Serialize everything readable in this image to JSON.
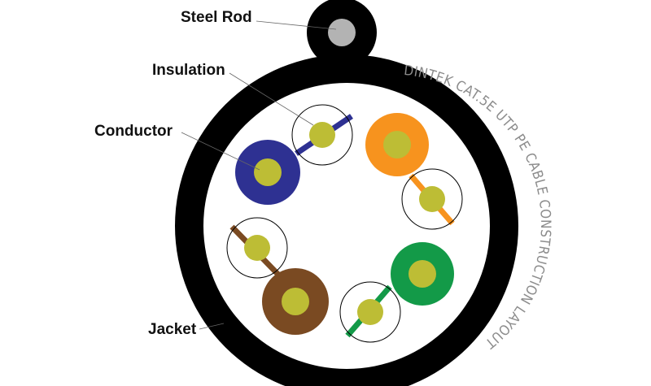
{
  "labels": {
    "steel_rod": "Steel Rod",
    "insulation": "Insulation",
    "conductor": "Conductor",
    "jacket": "Jacket"
  },
  "jacket_text": "DINTEK CAT.5E UTP PE  CABLE CONSTRUCTION LAYOUT",
  "colors": {
    "jacket": "#000000",
    "steel_rod": "#b3b3b3",
    "conductor": "#bdbd35",
    "blue": "#2e3192",
    "orange": "#f7931e",
    "green": "#139a48",
    "brown": "#7a4a22"
  }
}
